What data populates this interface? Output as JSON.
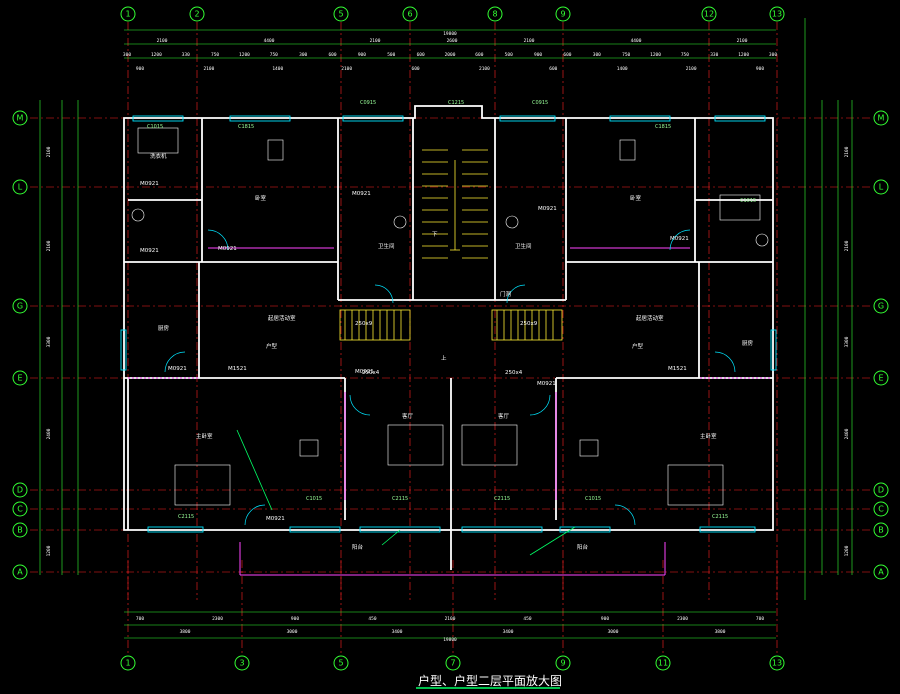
{
  "drawing": {
    "title": "户型、户型二层平面放大图",
    "total_dim_top": "19800",
    "total_dim_bottom": "19800",
    "colors": {
      "background": "#000000",
      "axis": "#33ff33",
      "wall": "#ffffff",
      "grid_red": "#ff2222",
      "window_cyan": "#00e5ff",
      "magenta": "#ff44ff",
      "yellow": "#ffee33",
      "green": "#00ff66"
    }
  },
  "axes": {
    "top": [
      "1",
      "2",
      "5",
      "6",
      "8",
      "9",
      "12",
      "13"
    ],
    "bottom": [
      "1",
      "3",
      "5",
      "7",
      "9",
      "11",
      "13"
    ],
    "left": [
      "M",
      "L",
      "G",
      "E",
      "D",
      "C",
      "B",
      "A"
    ],
    "right": [
      "M",
      "L",
      "G",
      "E",
      "D",
      "C",
      "B",
      "A"
    ]
  },
  "dims": {
    "top_row1": [
      "2100",
      "4400",
      "2100",
      "2600",
      "2100",
      "4400",
      "2100"
    ],
    "top_row2": [
      "300",
      "1200",
      "330",
      "750",
      "1200",
      "750",
      "300",
      "600",
      "900",
      "500",
      "600",
      "2000",
      "600",
      "500",
      "900",
      "600",
      "300",
      "750",
      "1200",
      "750",
      "330",
      "1200",
      "300"
    ],
    "top_row3": [
      "900",
      "2100",
      "1400",
      "2100",
      "600",
      "2100",
      "600",
      "1400",
      "2100",
      "900"
    ],
    "bottom_row1": [
      "700",
      "2300",
      "900",
      "450",
      "2100",
      "450",
      "900",
      "2300",
      "700"
    ],
    "bottom_row2": [
      "3800",
      "3000",
      "3400",
      "3400",
      "3000",
      "3800"
    ],
    "left_dims": [
      "2100",
      "2100",
      "3300",
      "2400",
      "1200"
    ],
    "right_dims": [
      "2100",
      "2100",
      "3300",
      "2400",
      "1200"
    ]
  },
  "rooms": [
    {
      "name": "卧室",
      "id": "bed-left-top"
    },
    {
      "name": "卧室",
      "id": "bed-right-top"
    },
    {
      "name": "起居活动室",
      "id": "living-left"
    },
    {
      "name": "起居活动室",
      "id": "living-right"
    },
    {
      "name": "卫生间",
      "id": "bath-left"
    },
    {
      "name": "卫生间",
      "id": "bath-right"
    },
    {
      "name": "户型",
      "id": "unit-left"
    },
    {
      "name": "户型",
      "id": "unit-right"
    },
    {
      "name": "主卧室",
      "id": "master-left"
    },
    {
      "name": "主卧室",
      "id": "master-right"
    },
    {
      "name": "厨房",
      "id": "kitchen-left"
    },
    {
      "name": "厨房",
      "id": "kitchen-right"
    },
    {
      "name": "客厅",
      "id": "hall-left"
    },
    {
      "name": "客厅",
      "id": "hall-right"
    },
    {
      "name": "阳台",
      "id": "balcony-left"
    },
    {
      "name": "阳台",
      "id": "balcony-right"
    },
    {
      "name": "洗衣机",
      "id": "laundry-left"
    }
  ],
  "tags": {
    "windows_top": [
      "C1015",
      "C1815",
      "C0915",
      "C1215",
      "C0915",
      "C1815",
      "C1015"
    ],
    "windows_bottom": [
      "C2115",
      "C1015",
      "C2115",
      "C2115",
      "C1015",
      "C2115"
    ],
    "doors": [
      "M0921",
      "M0921",
      "M0921",
      "M0921",
      "M0921",
      "M1521",
      "M1521",
      "M0921",
      "M0921",
      "M0921",
      "M0921",
      "M0921"
    ],
    "stairs": [
      "250x9",
      "250x9",
      "250x4",
      "250x4"
    ],
    "misc": [
      "门洞",
      "下",
      "上"
    ]
  }
}
